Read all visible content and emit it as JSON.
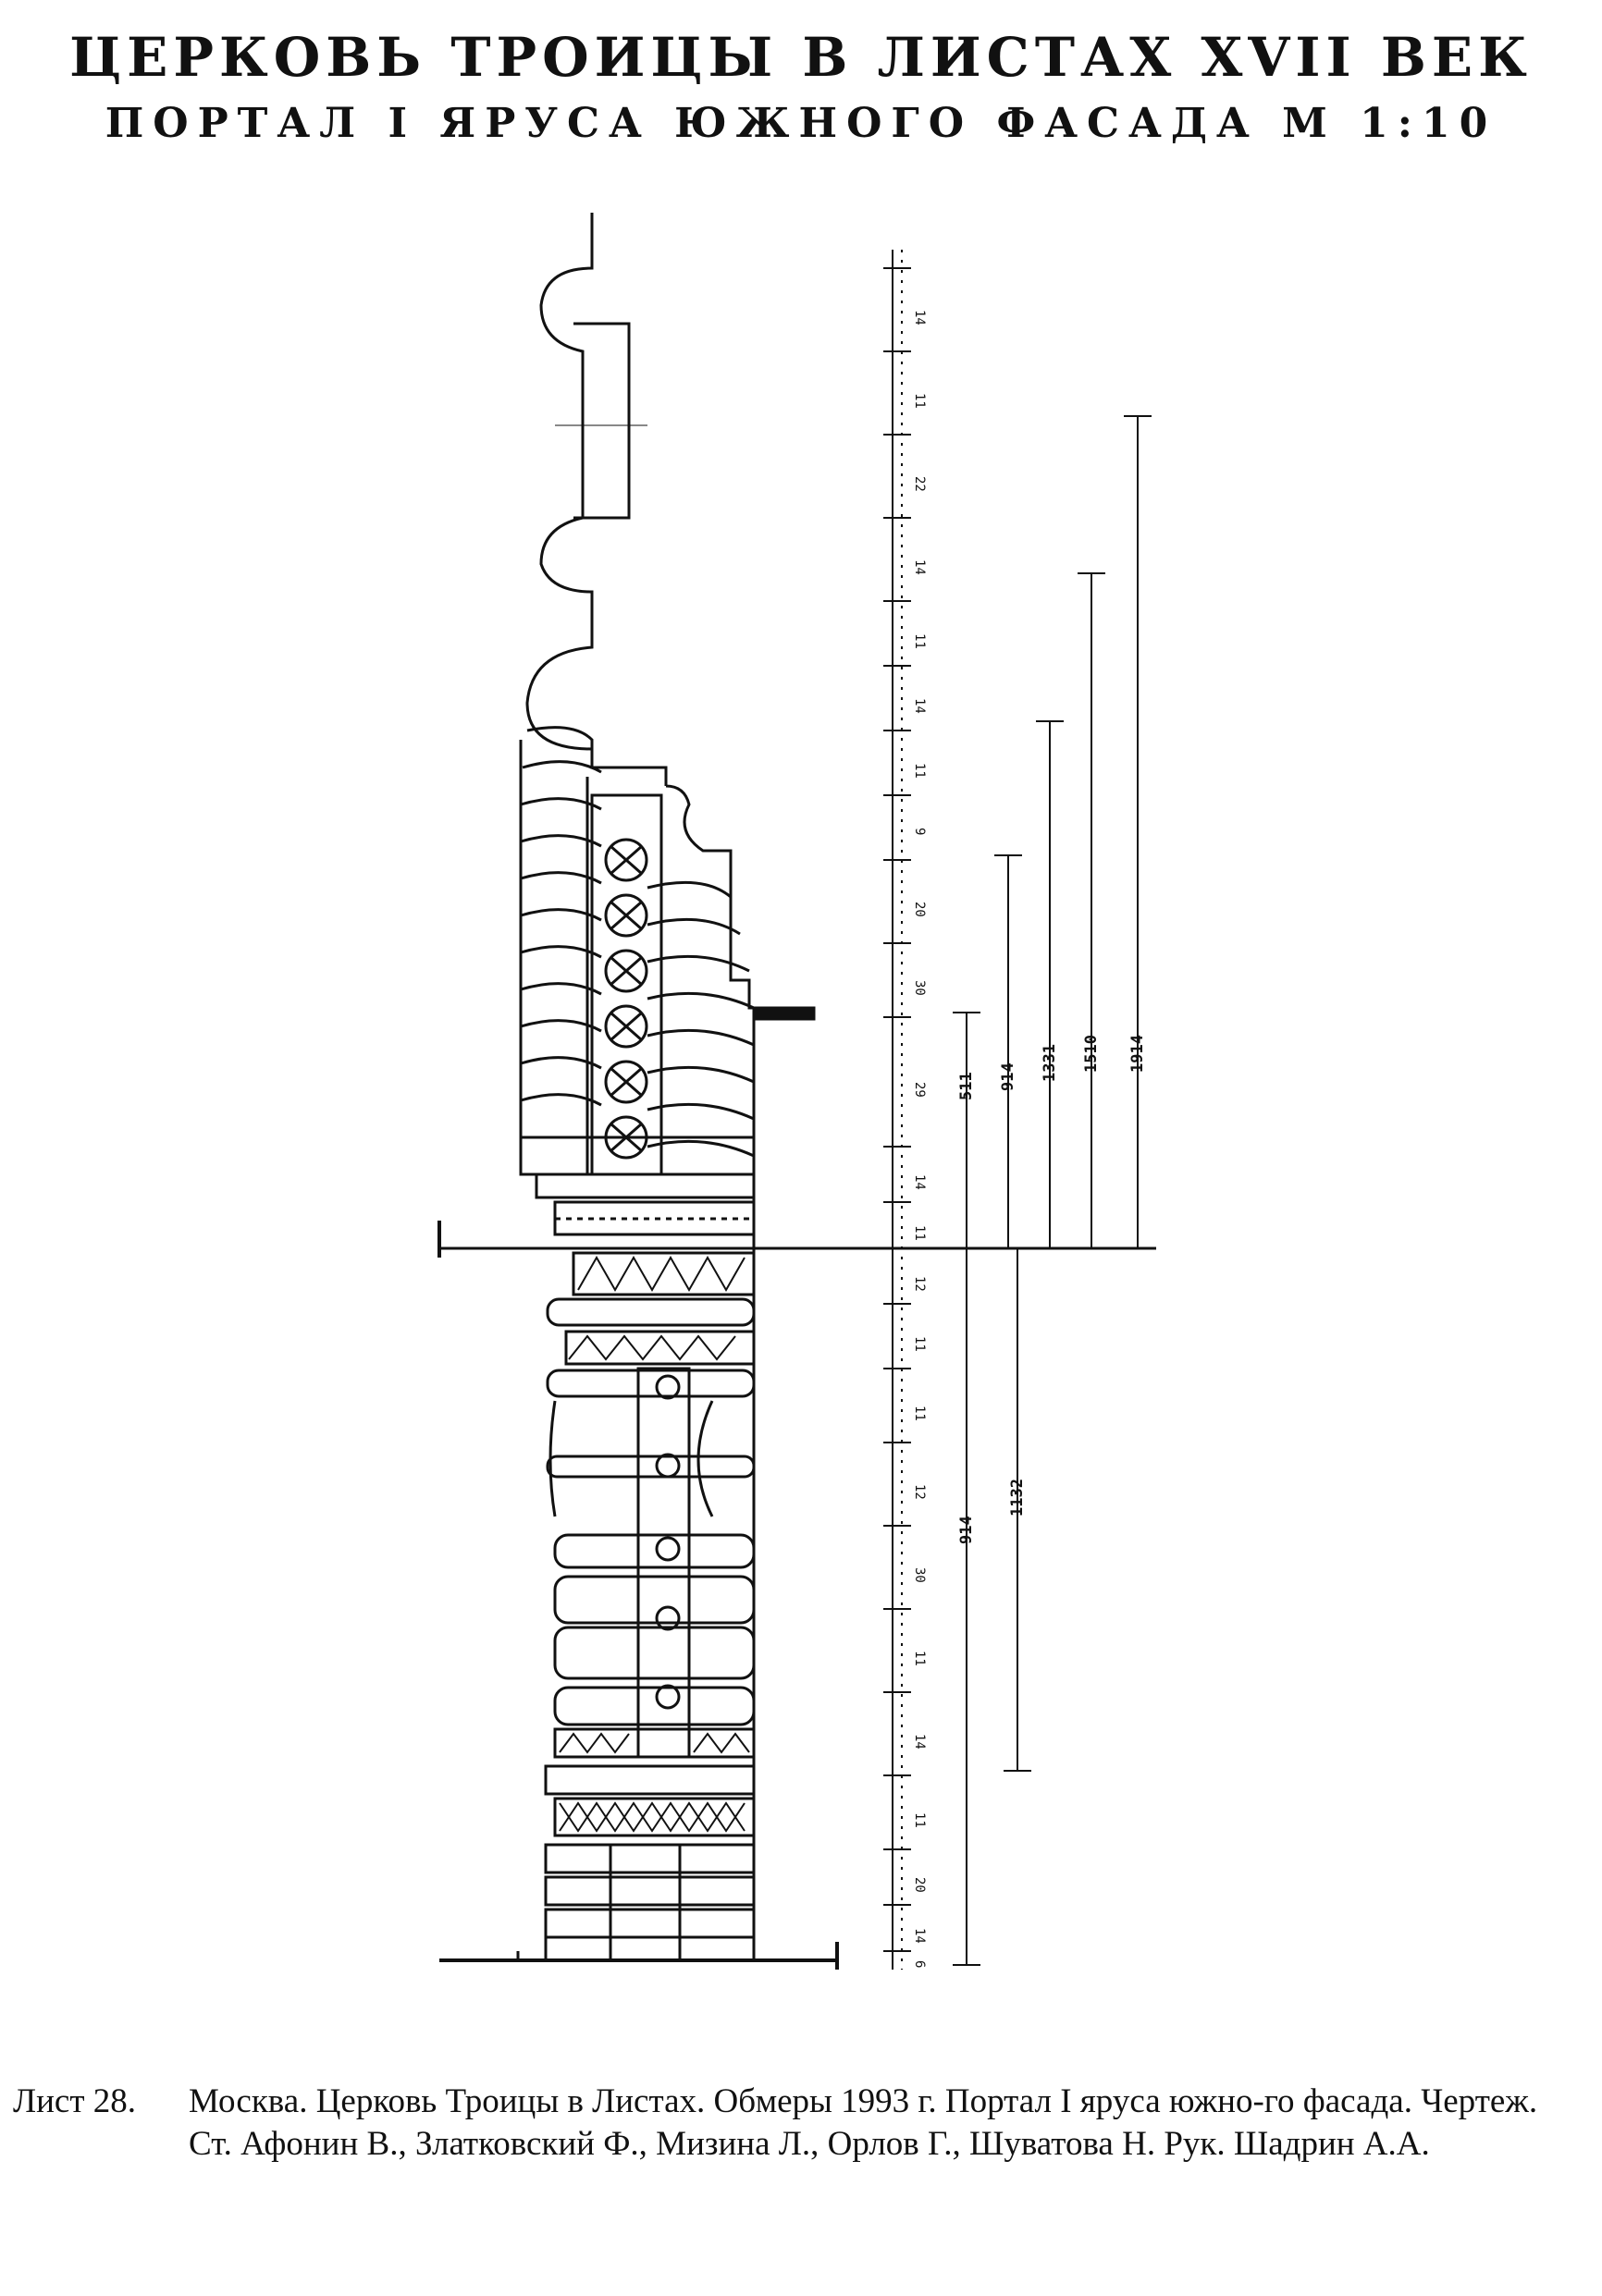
{
  "sheet": {
    "title_line1": "ЦЕРКОВЬ ТРОИЦЫ В ЛИСТАХ XVII ВЕК",
    "title_line2": "ПОРТАЛ I ЯРУСА ЮЖНОГО ФАСАДА М 1:10"
  },
  "dimensions": {
    "vertical_labels": [
      "1914",
      "1510",
      "1331",
      "914",
      "511",
      "1132",
      "914"
    ],
    "scale_labels": [
      "14",
      "11",
      "22",
      "14",
      "11",
      "14",
      "11",
      "9",
      "20",
      "30",
      "29",
      "14",
      "11",
      "12",
      "11",
      "11",
      "12",
      "30",
      "11",
      "14",
      "11",
      "20",
      "14",
      "6"
    ]
  },
  "caption": {
    "label": "Лист 28.",
    "text": "Москва. Церковь Троицы в Листах. Обмеры 1993 г. Портал I яруса южно-го фасада. Чертеж. Ст. Афонин В., Златковский Ф., Мизина Л., Орлов Г., Шуватова Н. Рук. Шадрин А.А."
  },
  "colors": {
    "ink": "#111111",
    "paper": "#ffffff"
  }
}
